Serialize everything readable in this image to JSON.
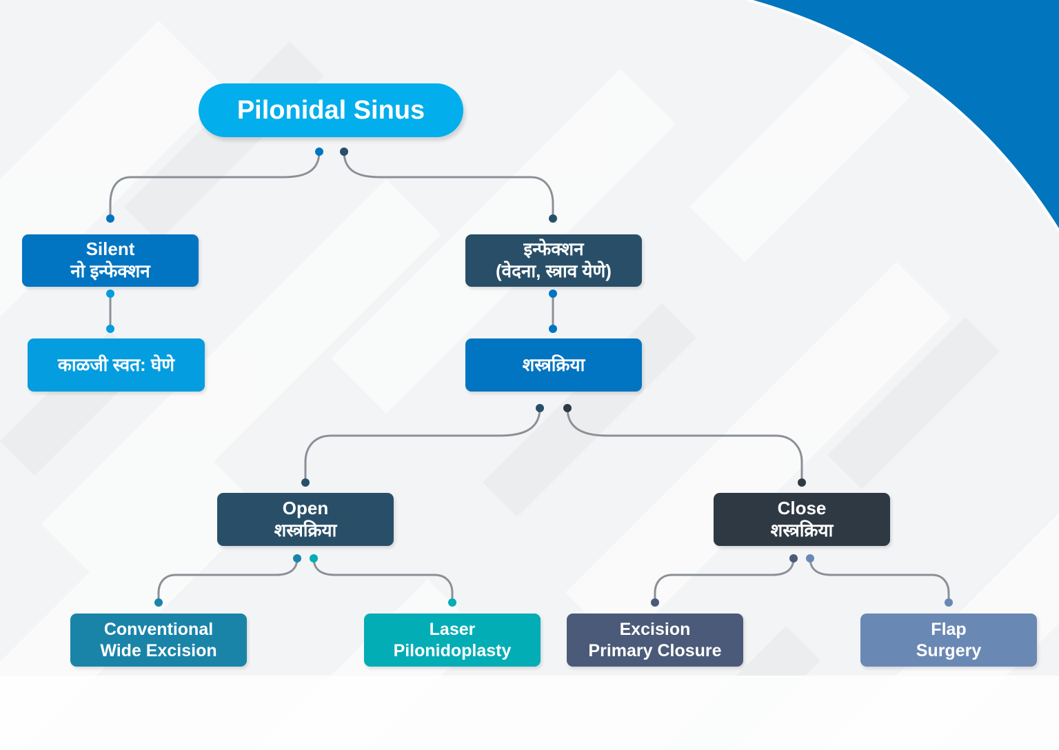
{
  "colors": {
    "background": "#f3f4f6",
    "corner_accent": "#0175bd",
    "connector_line": "#8b9096",
    "root": "#02aeec",
    "silent": "#0174c2",
    "self_care": "#039de0",
    "infection": "#294f68",
    "surgery": "#0174c2",
    "open_surgery": "#294f68",
    "close_surgery": "#2f3943",
    "conventional": "#1a84a8",
    "laser": "#02adb5",
    "excision": "#4b5a78",
    "flap": "#6a88b4"
  },
  "diagram": {
    "root": {
      "label": "Pilonidal Sinus"
    },
    "silent": {
      "line1": "Silent",
      "line2": "नो इन्फेक्शन"
    },
    "self_care": {
      "label": "काळजी स्वत: घेणे"
    },
    "infection": {
      "line1": "इन्फेक्शन",
      "line2": "(वेदना, स्त्राव येणे)"
    },
    "surgery": {
      "label": "शस्त्रक्रिया"
    },
    "open_surgery": {
      "line1": "Open",
      "line2": "शस्त्रक्रिया"
    },
    "close_surgery": {
      "line1": "Close",
      "line2": "शस्त्रक्रिया"
    },
    "conventional": {
      "line1": "Conventional",
      "line2": "Wide Excision"
    },
    "laser": {
      "line1": "Laser",
      "line2": "Pilonidoplasty"
    },
    "excision": {
      "line1": "Excision",
      "line2": "Primary Closure"
    },
    "flap": {
      "line1": "Flap",
      "line2": "Surgery"
    }
  }
}
